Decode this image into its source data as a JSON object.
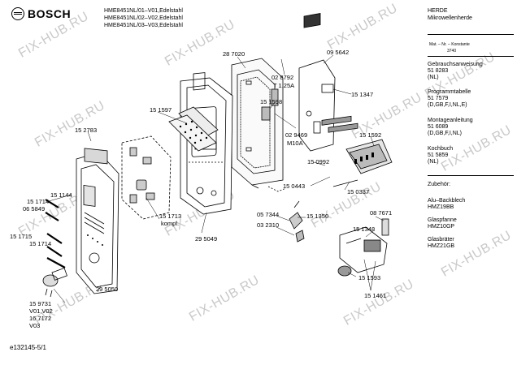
{
  "header": {
    "brand": "BOSCH",
    "models": [
      "HME8451NL/01–V01,Edelstahl",
      "HME8451NL/02–V02,Edelstahl",
      "HME8451NL/03–V03,Edelstahl"
    ],
    "category": "HERDE",
    "subcategory": "Mikrowellenherde",
    "mat_label": "Mat. – Nr. – Konstante",
    "mat_value": "3740"
  },
  "docs": [
    {
      "title": "Gebrauchsanweisung",
      "number": "51 8283",
      "langs": "(NL)"
    },
    {
      "title": "Programmtabelle",
      "number": "51 7579",
      "langs": "(D,GB,F,I,NL,E)"
    },
    {
      "title": "Montageanleitung",
      "number": "51 6089",
      "langs": "(D,GB,F,I,NL)"
    },
    {
      "title": "Kochbuch",
      "number": "51 5859",
      "langs": "(NL)"
    }
  ],
  "accessories": {
    "heading": "Zubehör:",
    "items": [
      {
        "name": "Alu–Backblech",
        "code": "HMZ19BB"
      },
      {
        "name": "Glaspfanne",
        "code": "HMZ10GP"
      },
      {
        "name": "Glasbräter",
        "code": "HMZ21GB"
      }
    ]
  },
  "parts": {
    "p287020": "28 7020",
    "p095642": "09 5642",
    "p028792": "02 8792",
    "t125a": "T 1,25A",
    "p151347": "15 1347",
    "p151598": "15 1598",
    "p151597": "15 1597",
    "p029469": "02 9469",
    "m10a": "M10A",
    "p151592": "15 1592",
    "p152783": "15 2783",
    "p150992": "15 0992",
    "p150443": "15 0443",
    "p150337": "15 0337",
    "p151144": "15 1144",
    "p151714a": "15 1714",
    "p065849": "06 5849",
    "p151713": "15 1713",
    "kompl": "kompl.",
    "p057344": "05 7344",
    "p151350": "15 1350",
    "p032310": "03 2310",
    "p087671": "08 7671",
    "p151715": "15 1715",
    "p151714b": "15 1714",
    "p151348": "15 1348",
    "p295049": "29 5049",
    "p295050": "29 5050",
    "p151593": "15 1593",
    "p151461": "15 1461",
    "p159731": "15 9731",
    "v0102": "V01,V02",
    "p167172": "16 7172",
    "v03": "V03"
  },
  "footer": {
    "doc_id": "e132145-5/1"
  },
  "watermark": "FIX-HUB.RU"
}
